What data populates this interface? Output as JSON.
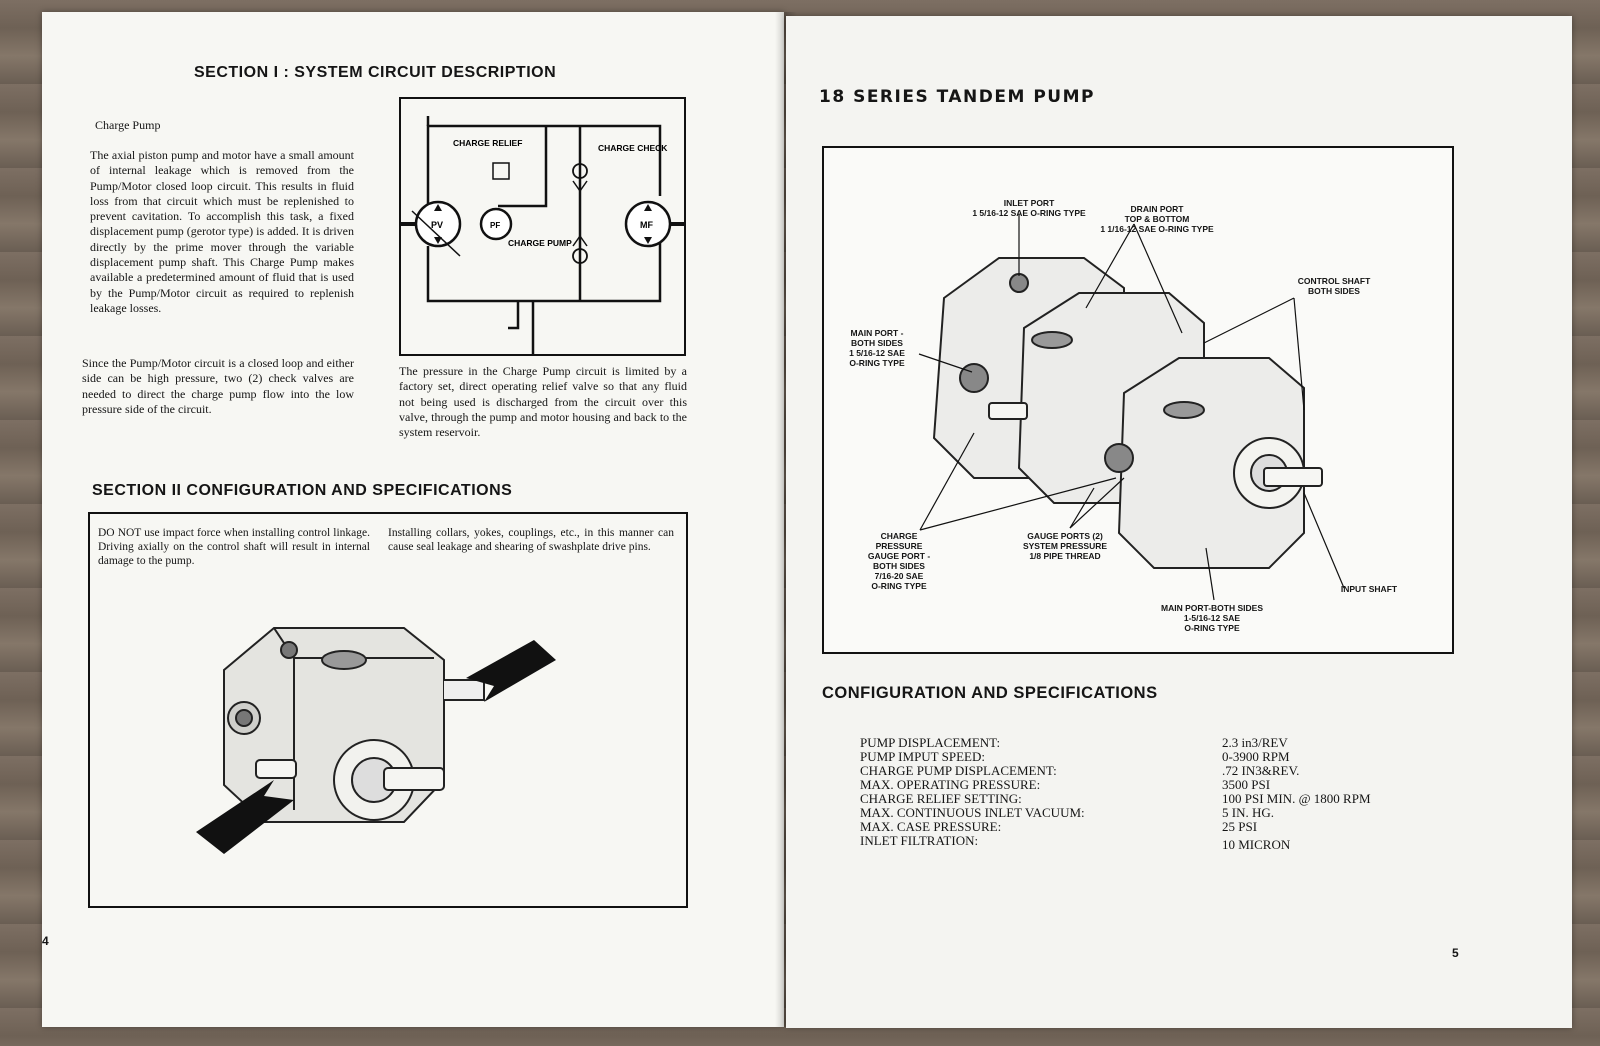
{
  "left_page": {
    "section1_title": "SECTION I : SYSTEM CIRCUIT DESCRIPTION",
    "charge_pump_heading": "Charge Pump",
    "paragraph1": "The axial piston pump and motor have a small amount of internal leakage which is removed from the Pump/Motor closed loop circuit. This results in fluid loss from that circuit which must be replenished to prevent cavitation. To accomplish this task, a fixed displacement pump (gerotor type) is added. It is driven directly by the prime mover through the variable displacement pump shaft. This Charge Pump makes available a predetermined amount of fluid that is used by the Pump/Motor circuit as required to replenish leakage losses.",
    "paragraph2": "Since the Pump/Motor circuit is a closed loop and either side can be high pressure, two (2) check valves are needed to direct the charge pump flow into the low pressure side of the circuit.",
    "diagram_labels": {
      "charge_relief": "CHARGE RELIEF",
      "charge_check": "CHARGE CHECK",
      "pv": "PV",
      "pf": "PF",
      "mf": "MF",
      "charge_pump": "CHARGE PUMP"
    },
    "diagram_caption": "The pressure in the Charge Pump circuit is limited by a factory set, direct operating relief valve so that any fluid not being used is discharged from the circuit over this valve, through the pump and motor housing and back to the system reservoir.",
    "section2_title": "SECTION II CONFIGURATION AND SPECIFICATIONS",
    "warning_left": "DO NOT use impact force when installing control linkage. Driving axially on the control shaft will result in internal damage to the pump.",
    "warning_right": "Installing collars, yokes, couplings, etc., in this manner can cause seal leakage and shearing of swashplate drive pins.",
    "page_number": "4"
  },
  "right_page": {
    "title": "18 SERIES TANDEM PUMP",
    "callouts": {
      "inlet_port": "INLET PORT\n1 5/16-12 SAE O-RING TYPE",
      "drain_port": "DRAIN PORT\nTOP & BOTTOM\n1 1/16-12 SAE O-RING TYPE",
      "control_shaft": "CONTROL SHAFT\nBOTH SIDES",
      "main_port": "MAIN PORT -\nBOTH SIDES\n1 5/16-12 SAE\nO-RING TYPE",
      "charge_pressure": "CHARGE\nPRESSURE\nGAUGE PORT -\nBOTH SIDES\n7/16-20 SAE\nO-RING TYPE",
      "gauge_ports": "GAUGE PORTS (2)\nSYSTEM PRESSURE\n1/8 PIPE THREAD",
      "input_shaft": "INPUT SHAFT",
      "main_port_both": "MAIN PORT-BOTH SIDES\n1-5/16-12 SAE\nO-RING TYPE"
    },
    "config_title": "CONFIGURATION AND SPECIFICATIONS",
    "specs": [
      {
        "label": "PUMP DISPLACEMENT:",
        "value": "2.3 in3/REV"
      },
      {
        "label": "PUMP IMPUT SPEED:",
        "value": "0-3900 RPM"
      },
      {
        "label": "CHARGE PUMP DISPLACEMENT:",
        "value": ".72 IN3&REV."
      },
      {
        "label": "MAX. OPERATING PRESSURE:",
        "value": "3500 PSI"
      },
      {
        "label": "CHARGE RELIEF SETTING:",
        "value": "100 PSI MIN. @ 1800 RPM"
      },
      {
        "label": "MAX. CONTINUOUS INLET VACUUM:",
        "value": "5 IN. HG."
      },
      {
        "label": "MAX. CASE PRESSURE:",
        "value": "25 PSI"
      },
      {
        "label": "INLET FILTRATION:",
        "value": "10 MICRON"
      }
    ],
    "page_number": "5"
  }
}
